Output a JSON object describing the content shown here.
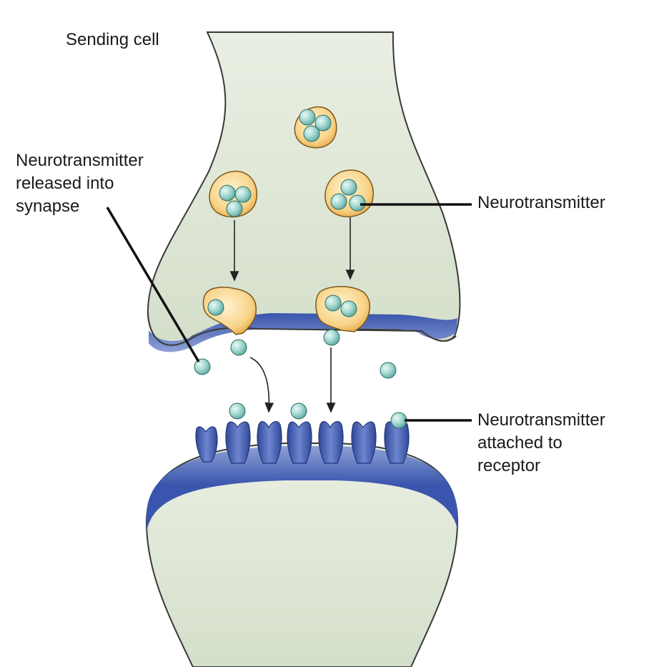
{
  "labels": {
    "sending_cell": "Sending cell",
    "released": [
      "Neurotransmitter",
      "released into",
      "synapse"
    ],
    "neurotransmitter": "Neurotransmitter",
    "attached": [
      "Neurotransmitter",
      "attached to",
      "receptor"
    ]
  },
  "colors": {
    "cell_fill": "#dde6d2",
    "cell_outline": "#3a3a3a",
    "membrane": "#3e57ad",
    "vesicle": "#f6c66a",
    "vesicle_inner": "#fde7b3",
    "molecule": "#9ed3cc",
    "receptor": "#4a62b6"
  },
  "icons": [
    "vesicle-icon",
    "neurotransmitter-molecule-icon",
    "receptor-icon",
    "arrow-icon"
  ]
}
